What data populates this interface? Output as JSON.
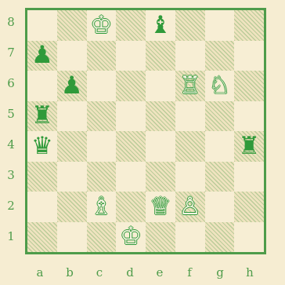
{
  "board": {
    "files": [
      "a",
      "b",
      "c",
      "d",
      "e",
      "f",
      "g",
      "h"
    ],
    "ranks": [
      "8",
      "7",
      "6",
      "5",
      "4",
      "3",
      "2",
      "1"
    ],
    "pieces": [
      {
        "square": "c8",
        "piece": "king",
        "color": "white",
        "glyph": "♔"
      },
      {
        "square": "e8",
        "piece": "bishop",
        "color": "black",
        "glyph": "♝"
      },
      {
        "square": "a7",
        "piece": "pawn",
        "color": "black",
        "glyph": "♟"
      },
      {
        "square": "b6",
        "piece": "pawn",
        "color": "black",
        "glyph": "♟"
      },
      {
        "square": "f6",
        "piece": "rook",
        "color": "white",
        "glyph": "♖"
      },
      {
        "square": "g6",
        "piece": "knight",
        "color": "white",
        "glyph": "♘"
      },
      {
        "square": "a5",
        "piece": "rook",
        "color": "black",
        "glyph": "♜"
      },
      {
        "square": "a4",
        "piece": "queen",
        "color": "black",
        "glyph": "♛"
      },
      {
        "square": "h4",
        "piece": "rook",
        "color": "black",
        "glyph": "♜"
      },
      {
        "square": "c2",
        "piece": "bishop",
        "color": "white",
        "glyph": "♗"
      },
      {
        "square": "e2",
        "piece": "queen",
        "color": "white",
        "glyph": "♕"
      },
      {
        "square": "f2",
        "piece": "pawn",
        "color": "white",
        "glyph": "♙"
      },
      {
        "square": "d1",
        "piece": "king",
        "color": "white",
        "glyph": "♔"
      }
    ]
  },
  "colors": {
    "ink": "#4e9c4a",
    "paper": "#f6edd2"
  }
}
